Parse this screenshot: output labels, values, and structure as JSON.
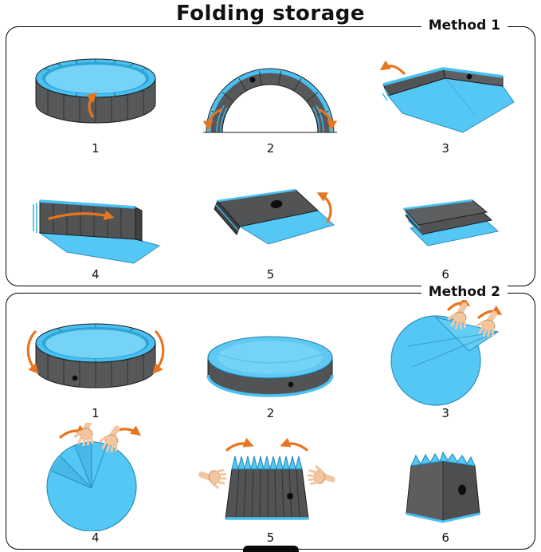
{
  "page": {
    "title": "Folding storage"
  },
  "colors": {
    "pool_blue": "#55c7f4",
    "rim_blue": "#49c0f2",
    "wall_gray": "#57585a",
    "arrow_orange": "#e8751f",
    "hand_skin": "#f3c6a0",
    "outline": "#1c1c1c"
  },
  "methods": [
    {
      "label": "Method 1",
      "steps": [
        {
          "number": "1"
        },
        {
          "number": "2"
        },
        {
          "number": "3"
        },
        {
          "number": "4"
        },
        {
          "number": "5"
        },
        {
          "number": "6"
        }
      ]
    },
    {
      "label": "Method 2",
      "steps": [
        {
          "number": "1"
        },
        {
          "number": "2"
        },
        {
          "number": "3"
        },
        {
          "number": "4"
        },
        {
          "number": "5"
        },
        {
          "number": "6"
        }
      ]
    }
  ]
}
